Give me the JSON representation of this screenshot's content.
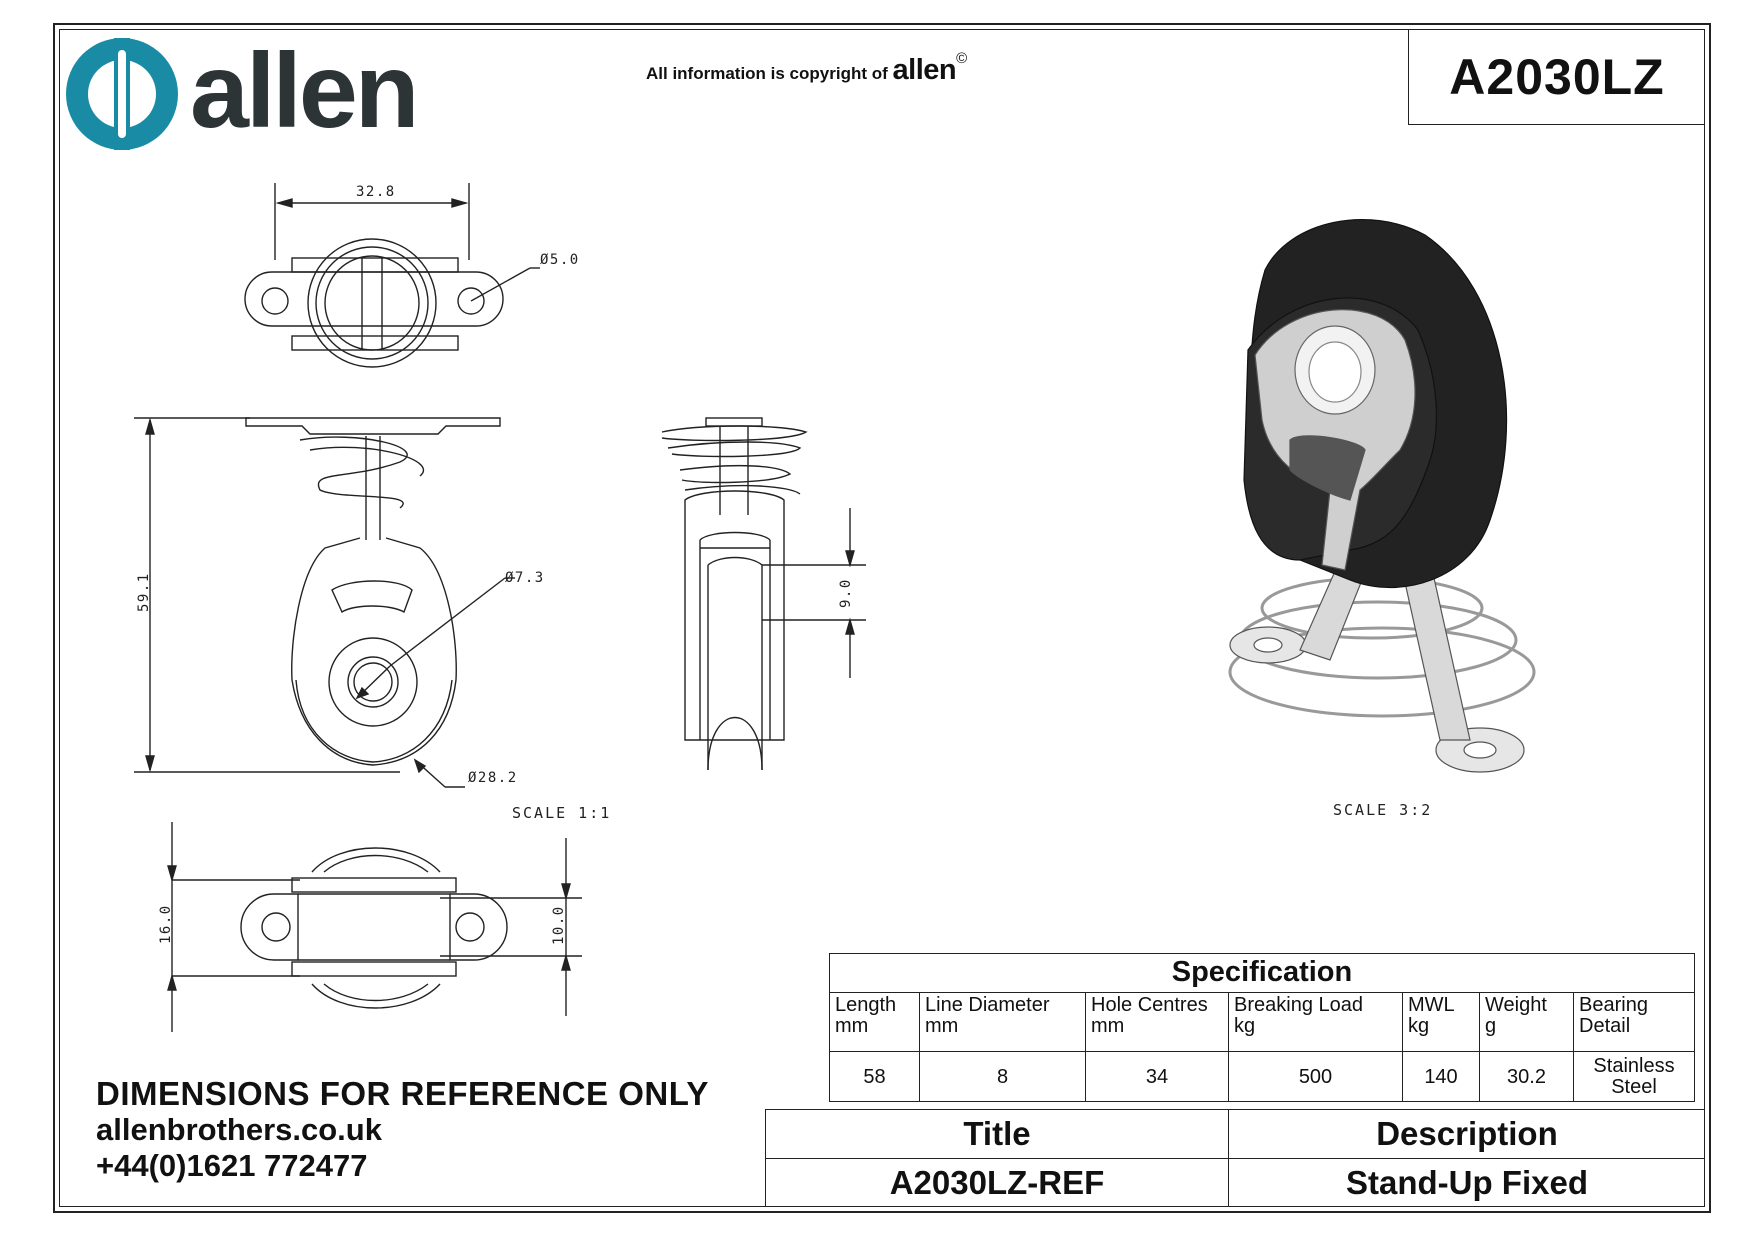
{
  "brand": {
    "logo_word": "allen",
    "copyright_text": "All information is copyright of",
    "copyright_brand": "allen",
    "copyright_symbol": "©",
    "teal_color": "#1a8ba5",
    "dark_color": "#2d3436"
  },
  "part_number": "A2030LZ",
  "drawing": {
    "dims": {
      "width_top": "32.8",
      "hole_dia": "Ø5.0",
      "height": "59.1",
      "bore_dia": "Ø7.3",
      "sheave_dia": "Ø28.2",
      "side_gap": "9.0",
      "bottom_outer": "16.0",
      "bottom_inner": "10.0"
    },
    "scale_front": "SCALE  1:1",
    "scale_iso": "SCALE  3:2"
  },
  "footer": {
    "reference": "DIMENSIONS FOR REFERENCE ONLY",
    "website": "allenbrothers.co.uk",
    "phone": "+44(0)1621 772477"
  },
  "spec": {
    "title": "Specification",
    "headers": [
      {
        "line1": "Length",
        "line2": "mm"
      },
      {
        "line1": "Line Diameter",
        "line2": "mm"
      },
      {
        "line1": "Hole Centres",
        "line2": "mm"
      },
      {
        "line1": "Breaking Load",
        "line2": "kg"
      },
      {
        "line1": "MWL",
        "line2": "kg"
      },
      {
        "line1": "Weight",
        "line2": "g"
      },
      {
        "line1": "Bearing",
        "line2": "Detail"
      }
    ],
    "values": [
      "58",
      "8",
      "34",
      "500",
      "140",
      "30.2",
      "Stainless Steel"
    ]
  },
  "titleblock": {
    "title_label": "Title",
    "description_label": "Description",
    "title_value": "A2030LZ-REF",
    "description_value": "Stand-Up Fixed"
  }
}
